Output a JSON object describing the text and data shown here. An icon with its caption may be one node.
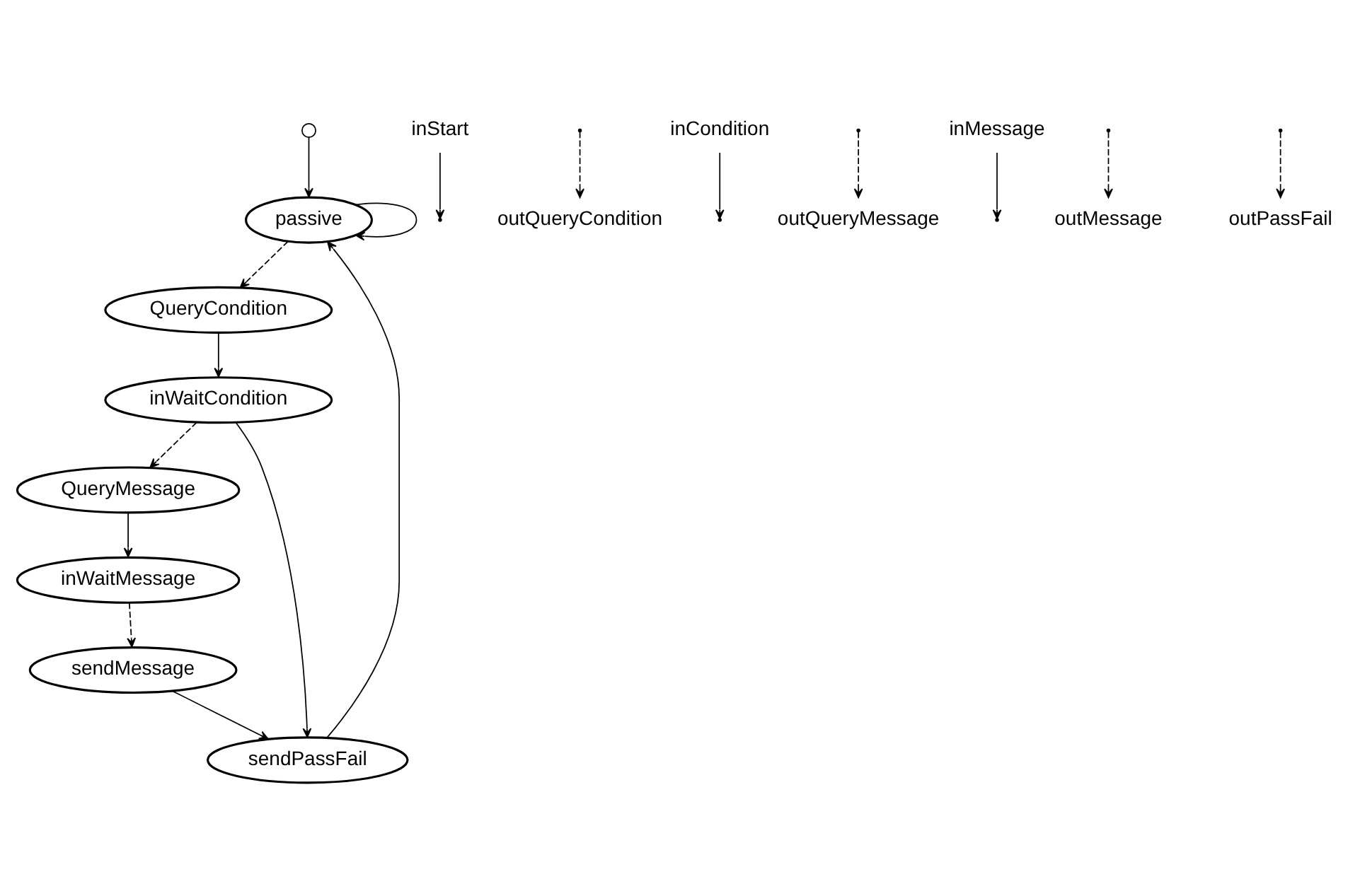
{
  "diagram": {
    "nodes": [
      {
        "text": [],
        "shape": "circle"
      },
      {
        "text": [
          "passive"
        ]
      },
      {
        "text": [
          "QueryCondition"
        ]
      },
      {
        "text": [
          "inWaitCondition"
        ]
      },
      {
        "text": [
          "QueryMessage"
        ]
      },
      {
        "text": [
          "inWaitMessage"
        ]
      },
      {
        "text": [
          "sendMessage"
        ]
      },
      {
        "text": [
          "sendPassFail"
        ]
      },
      {
        "text": [
          "inStart"
        ]
      },
      {
        "text": [
          "outQueryCondition"
        ]
      },
      {
        "text": [
          "inCondition"
        ]
      },
      {
        "text": [
          "outQueryMessage"
        ]
      },
      {
        "text": [
          "inMessage"
        ]
      },
      {
        "text": [
          "outMessage"
        ]
      },
      {
        "text": [
          "outPassFail"
        ]
      }
    ],
    "edges": [
      {
        "from": 0,
        "to": 1,
        "arrow": "to"
      },
      {
        "from": 1,
        "to": 1,
        "arrow": "to"
      },
      {
        "from": 1,
        "to": 2,
        "arrow": "to",
        "style": "dashed"
      },
      {
        "from": 8,
        "to": null,
        "arrow": "to"
      },
      {
        "from": 2,
        "to": 3,
        "arrow": "to"
      },
      {
        "from": null,
        "to": 9,
        "arrow": "to",
        "style": "dashed"
      },
      {
        "from": 3,
        "to": 4,
        "arrow": "to",
        "style": "dashed"
      },
      {
        "from": 10,
        "to": null,
        "arrow": "to"
      },
      {
        "from": 3,
        "to": 7,
        "arrow": "to"
      },
      {
        "from": 4,
        "to": 5,
        "arrow": "to"
      },
      {
        "from": null,
        "to": 11,
        "arrow": "to",
        "style": "dashed"
      },
      {
        "from": 5,
        "to": 6,
        "arrow": "to",
        "style": "dashed"
      },
      {
        "from": 12,
        "to": null,
        "arrow": "to"
      },
      {
        "from": 6,
        "to": 7,
        "arrow": "to"
      },
      {
        "from": null,
        "to": 13,
        "arrow": "to",
        "style": "dashed"
      },
      {
        "from": 7,
        "to": 1,
        "arrow": "to"
      },
      {
        "from": null,
        "to": 14,
        "arrow": "to",
        "style": "dashed"
      }
    ]
  }
}
